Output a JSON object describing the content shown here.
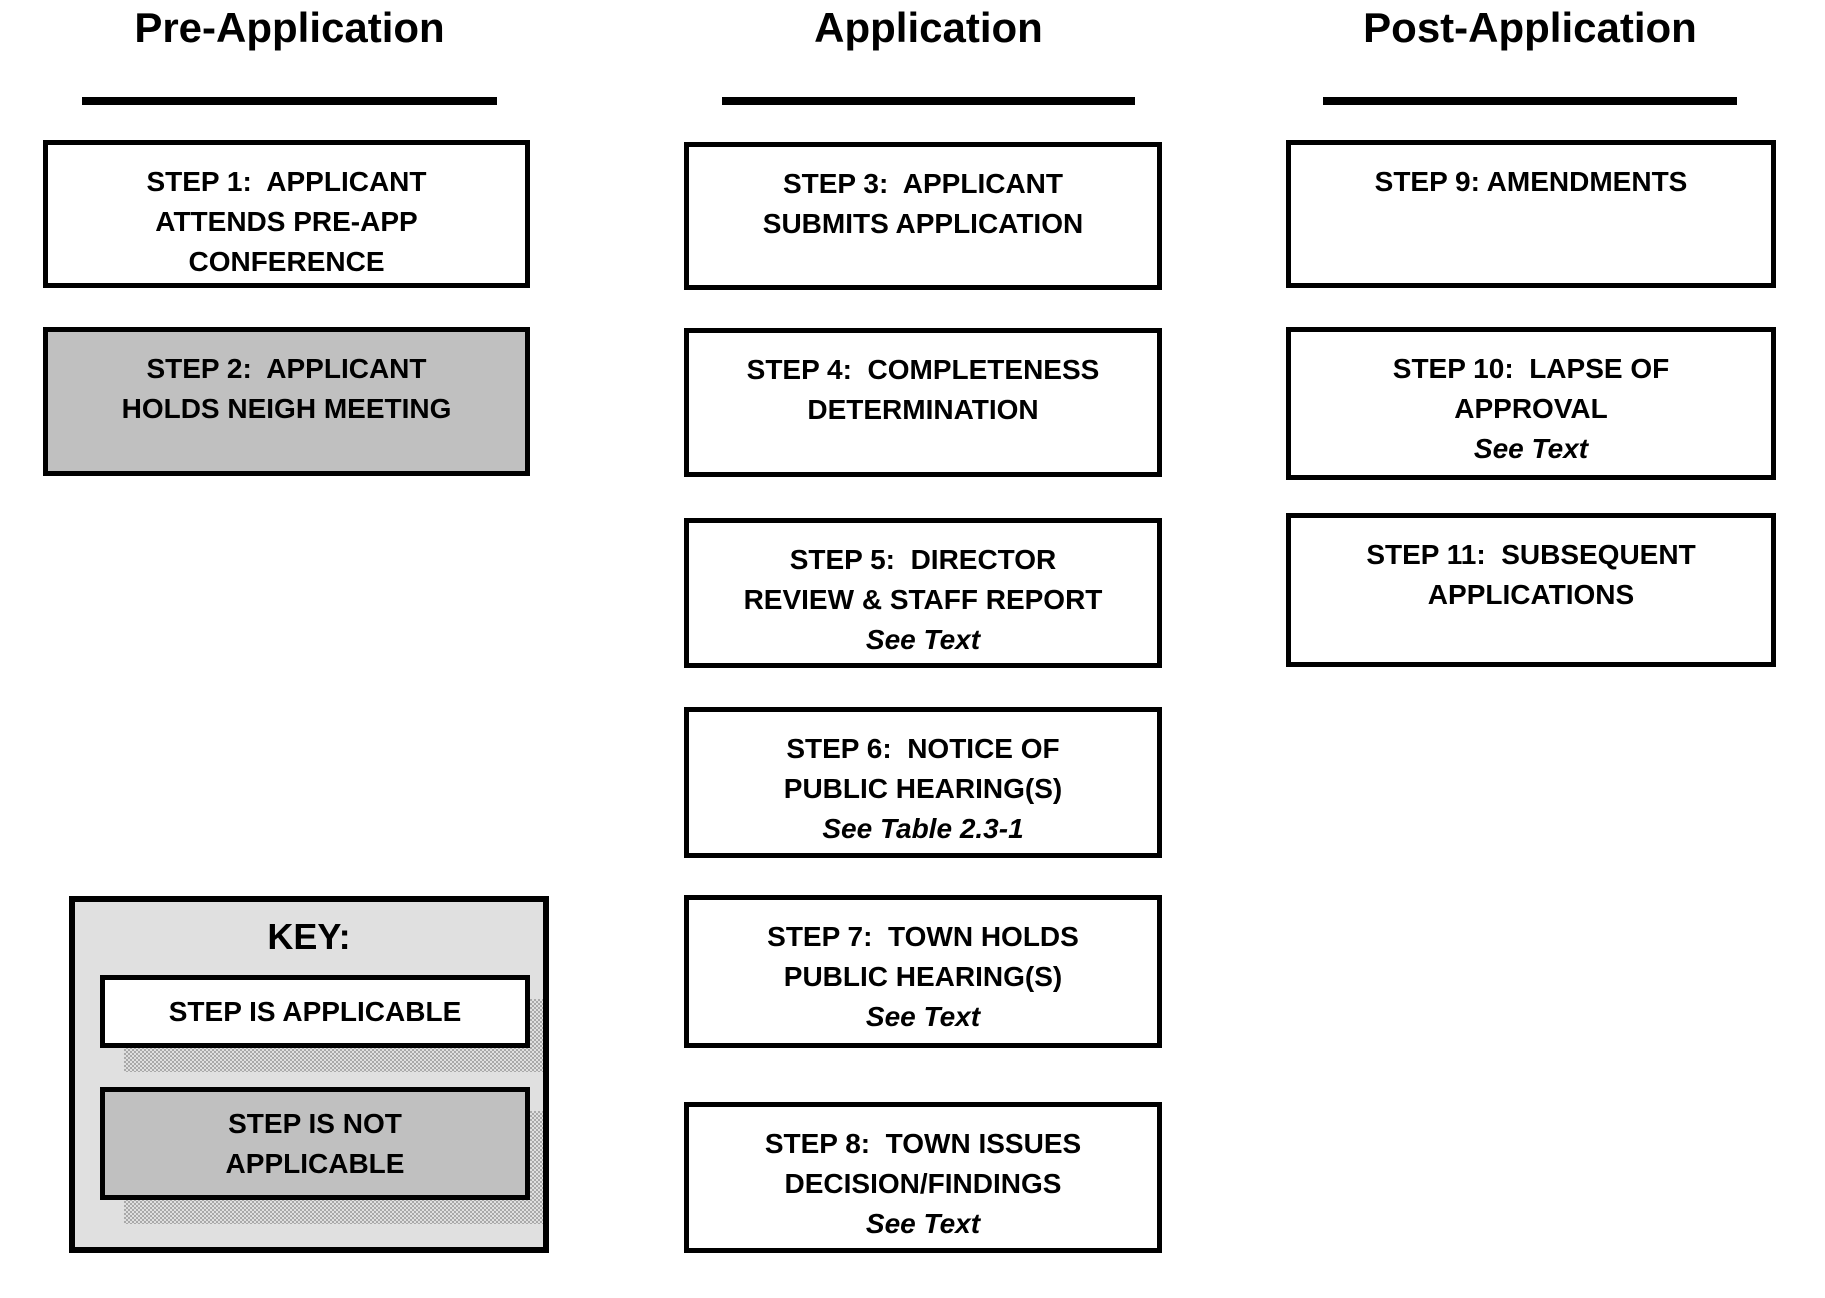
{
  "columns": [
    {
      "title": "Pre-Application"
    },
    {
      "title": "Application"
    },
    {
      "title": "Post-Application"
    }
  ],
  "steps": [
    {
      "name": "step-1",
      "applicable": true,
      "lines": [
        "STEP 1:  APPLICANT",
        "ATTENDS PRE-APP",
        "CONFERENCE"
      ]
    },
    {
      "name": "step-2",
      "applicable": false,
      "lines": [
        "STEP 2:  APPLICANT",
        "HOLDS NEIGH MEETING"
      ]
    },
    {
      "name": "step-3",
      "applicable": true,
      "lines": [
        "STEP 3:  APPLICANT",
        "SUBMITS APPLICATION"
      ]
    },
    {
      "name": "step-4",
      "applicable": true,
      "lines": [
        "STEP 4:  COMPLETENESS",
        "DETERMINATION"
      ]
    },
    {
      "name": "step-5",
      "applicable": true,
      "lines": [
        "STEP 5:  DIRECTOR",
        "REVIEW & STAFF REPORT",
        "See Text"
      ]
    },
    {
      "name": "step-6",
      "applicable": true,
      "lines": [
        "STEP 6:  NOTICE OF",
        "PUBLIC HEARING(S)",
        "See Table 2.3-1"
      ]
    },
    {
      "name": "step-7",
      "applicable": true,
      "lines": [
        "STEP 7:  TOWN HOLDS",
        "PUBLIC HEARING(S)",
        "See Text"
      ]
    },
    {
      "name": "step-8",
      "applicable": true,
      "lines": [
        "STEP 8:  TOWN ISSUES",
        "DECISION/FINDINGS",
        "See Text"
      ]
    },
    {
      "name": "step-9",
      "applicable": true,
      "lines": [
        "STEP 9: AMENDMENTS"
      ]
    },
    {
      "name": "step-10",
      "applicable": true,
      "lines": [
        "STEP 10:  LAPSE OF",
        "APPROVAL",
        "See Text"
      ]
    },
    {
      "name": "step-11",
      "applicable": true,
      "lines": [
        "STEP 11:  SUBSEQUENT",
        "APPLICATIONS"
      ]
    }
  ],
  "key": {
    "title": "KEY:",
    "applicable_label": "STEP IS APPLICABLE",
    "not_applicable_lines": [
      "STEP IS NOT",
      "APPLICABLE"
    ]
  },
  "colors": {
    "border": "#000000",
    "text": "#000000",
    "not_applicable_fill": "#c0c0c0",
    "key_fill": "#e0e0e0",
    "shadow_dot": "#a9a9a9"
  }
}
